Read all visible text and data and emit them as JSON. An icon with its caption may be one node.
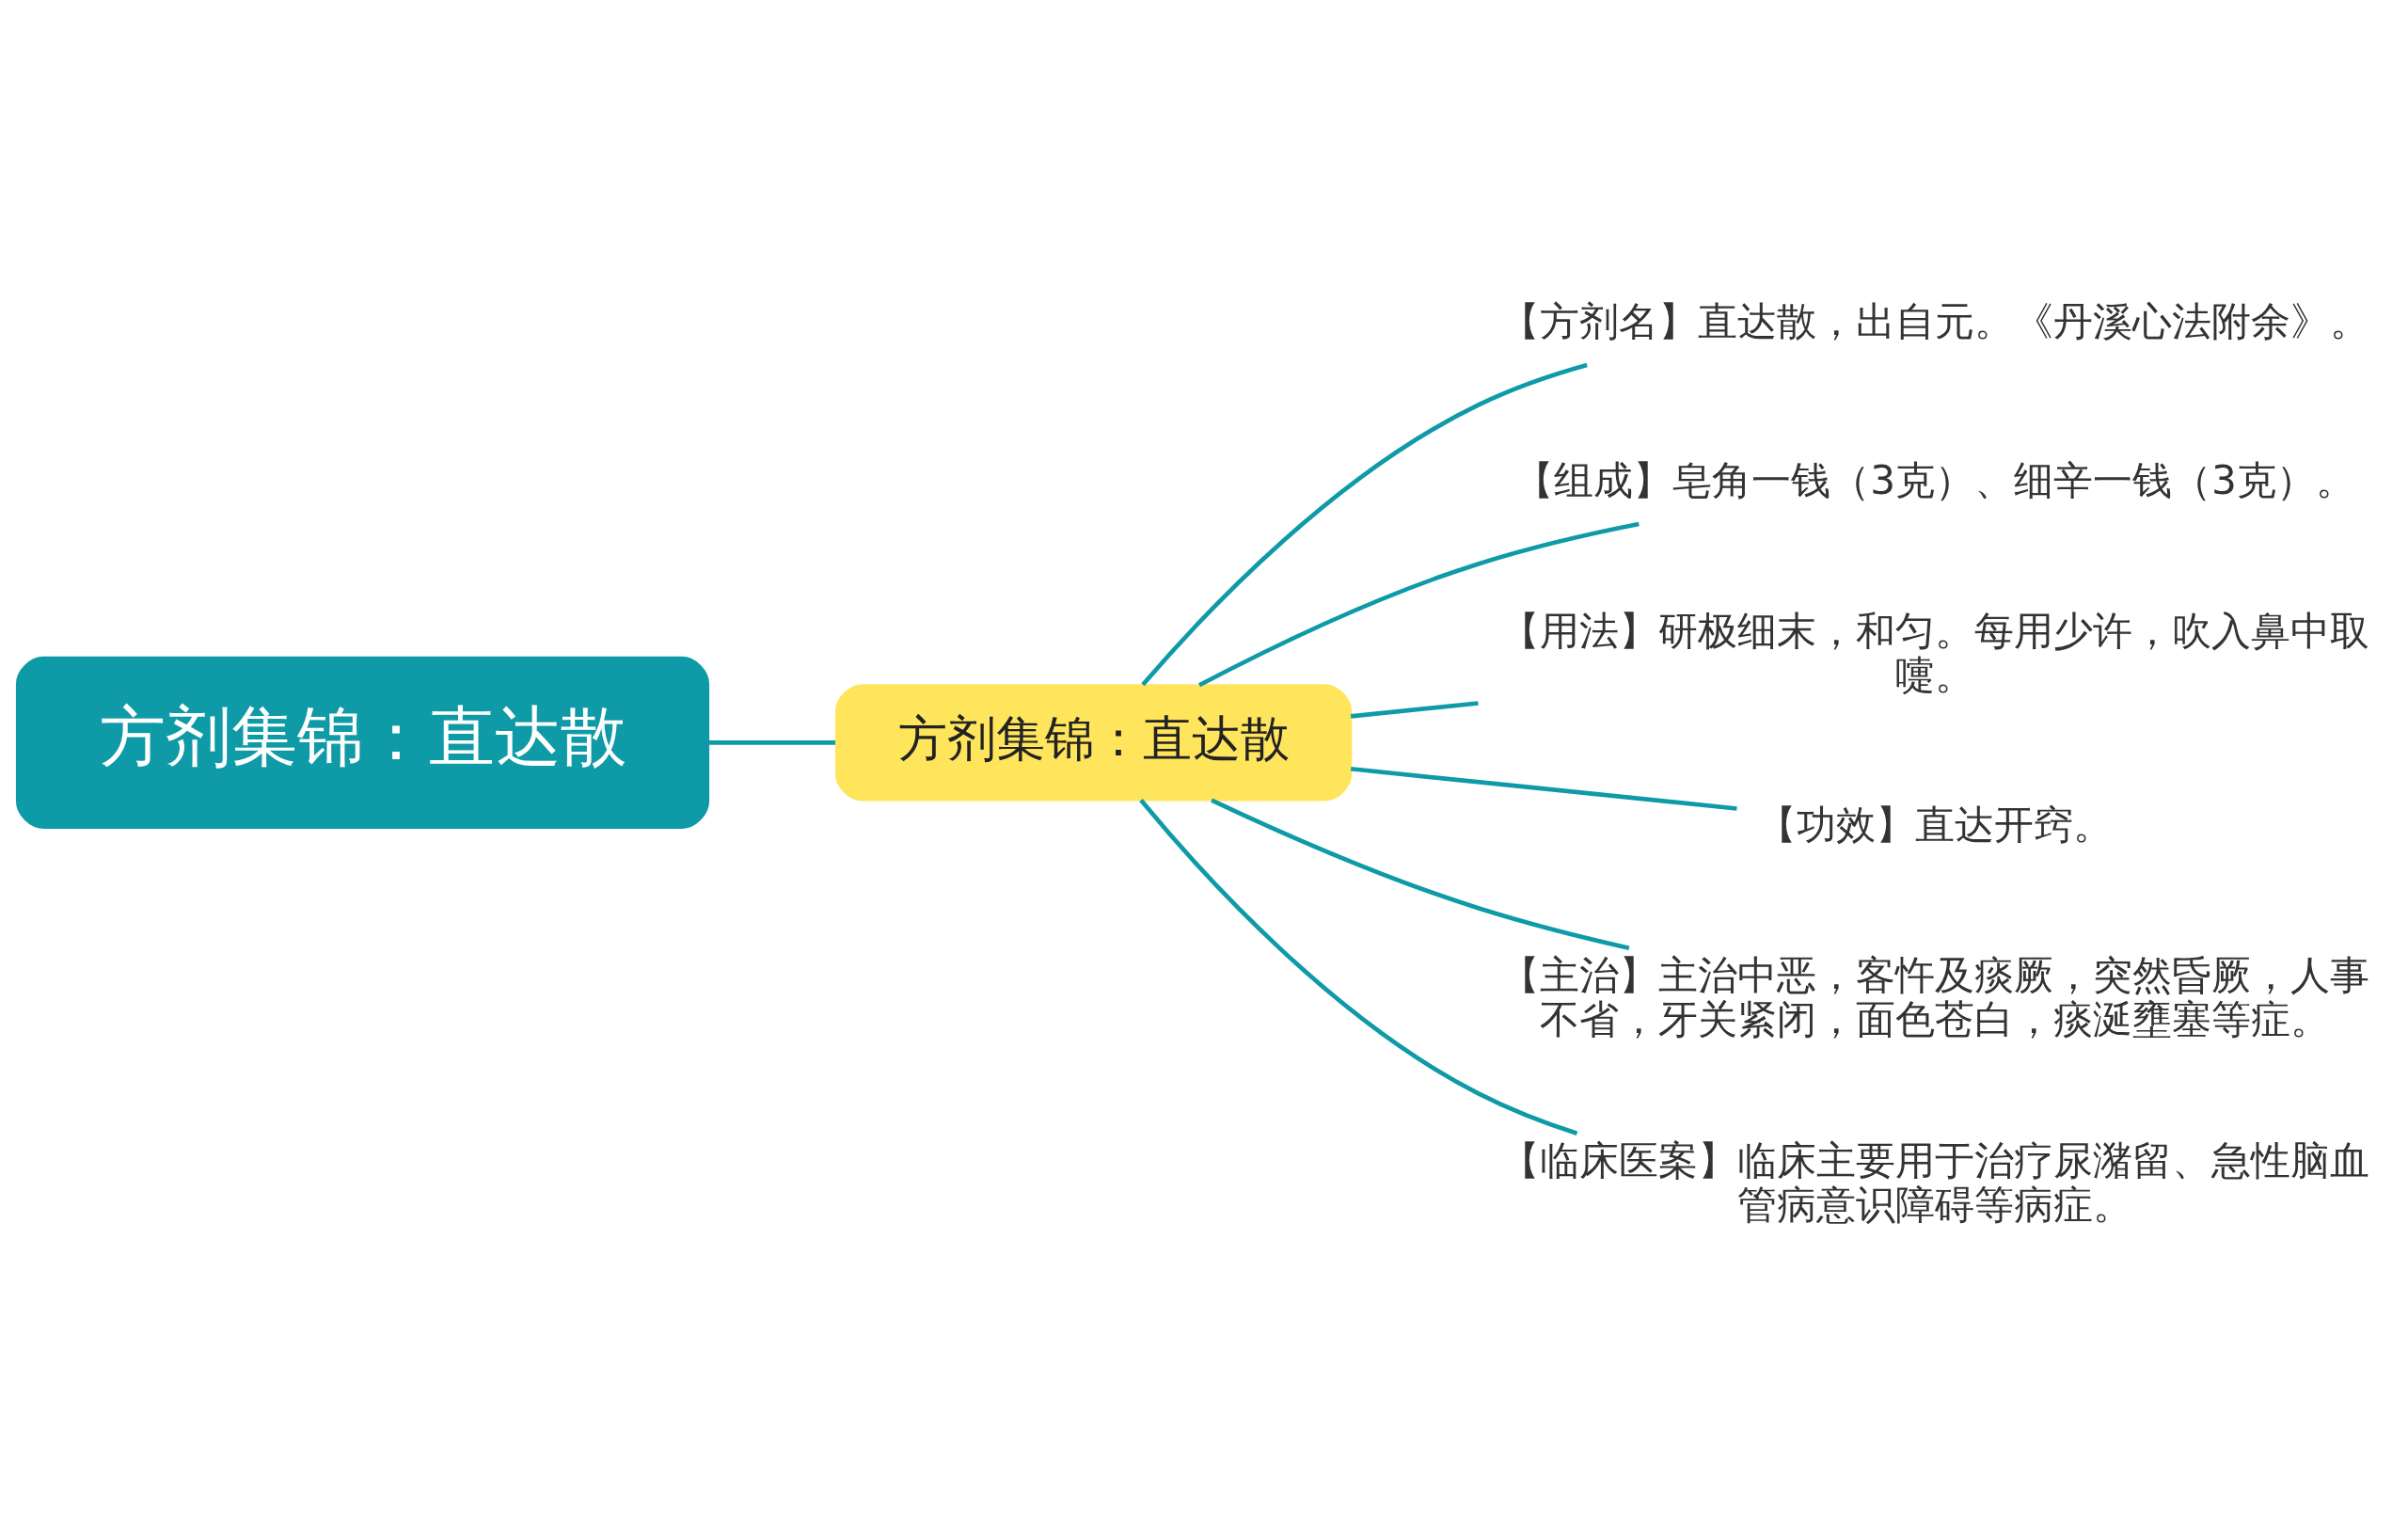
{
  "diagram": {
    "nodes": [
      {
        "text": [
          "方剂集锦：直达散"
        ]
      },
      {
        "text": [
          "方剂集锦：直达散"
        ]
      },
      {
        "text": [
          "【方剂名】直达散，出自元。《丹溪心法附余》。"
        ]
      },
      {
        "text": [
          "【组成】皂角一钱（3克）、细辛一钱（3克）。"
        ]
      },
      {
        "text": [
          "【用法】研极细末，和匀。每用少许，吹入鼻中取嚏。"
        ]
      },
      {
        "text": [
          "【功效】直达开窍。"
        ]
      },
      {
        "text": [
          "【主治】主治中恶，客忤及痰厥，突然昏厥，人事不省，牙关紧闭，面色苍白，痰涎壅塞等症。"
        ]
      },
      {
        "text": [
          "【临床医案】临床主要用于治疗尿潴留、急性脑血管病意识障碍等病症。"
        ]
      }
    ],
    "edges": [
      {
        "from": 0,
        "to": 1,
        "arrow": "none"
      },
      {
        "from": 1,
        "to": 2,
        "arrow": "none"
      },
      {
        "from": 1,
        "to": 3,
        "arrow": "none"
      },
      {
        "from": 1,
        "to": 4,
        "arrow": "none"
      },
      {
        "from": 1,
        "to": 5,
        "arrow": "none"
      },
      {
        "from": 1,
        "to": 6,
        "arrow": "none"
      },
      {
        "from": 1,
        "to": 7,
        "arrow": "none"
      }
    ]
  }
}
